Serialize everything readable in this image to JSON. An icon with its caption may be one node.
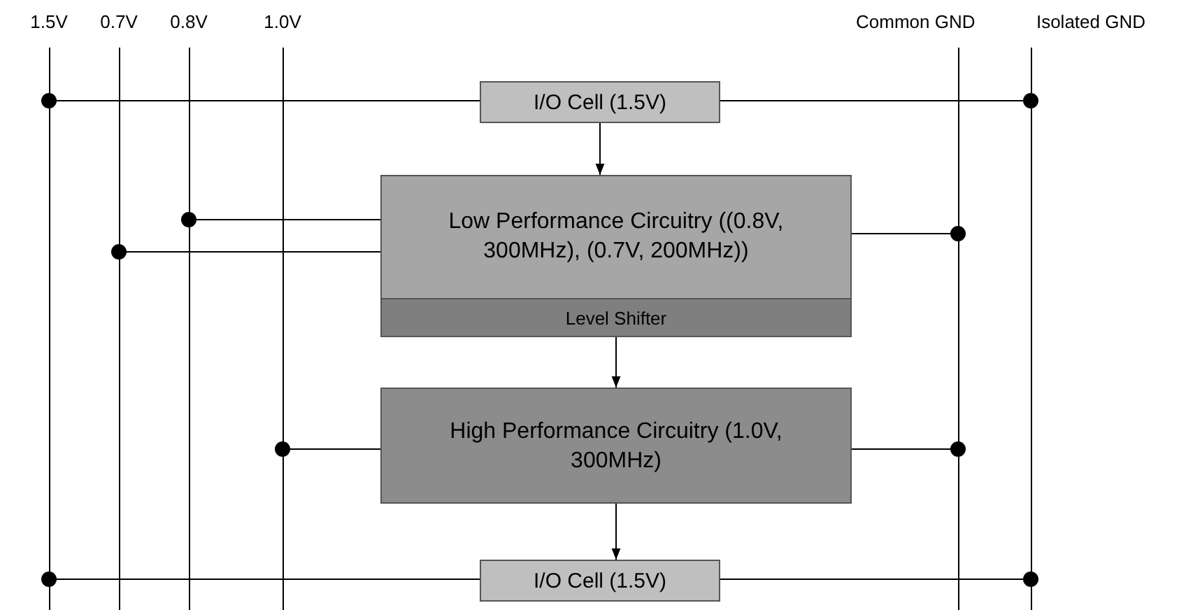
{
  "diagram": {
    "nodes": [
      {
        "text": [
          "1.5V"
        ]
      },
      {
        "text": [
          "0.7V"
        ]
      },
      {
        "text": [
          "0.8V"
        ]
      },
      {
        "text": [
          "1.0V"
        ]
      },
      {
        "text": [
          "Common GND"
        ]
      },
      {
        "text": [
          "Isolated GND"
        ]
      },
      {
        "text": [
          "I/O Cell (1.5V)"
        ]
      },
      {
        "text": [
          "Low Performance Circuitry ((0.8V, 300MHz), (0.7V, 200MHz))"
        ]
      },
      {
        "text": [
          "Level Shifter"
        ],
        "in": 7
      },
      {
        "text": [
          "High Performance Circuitry (1.0V, 300MHz)"
        ]
      },
      {
        "text": [
          "I/O Cell (1.5V)"
        ]
      }
    ],
    "edges": [
      {
        "from": 6,
        "to": 0,
        "arrow": "other"
      },
      {
        "from": 6,
        "to": 5,
        "arrow": "other"
      },
      {
        "from": 6,
        "to": 7,
        "arrow": "to"
      },
      {
        "from": 7,
        "to": 2,
        "arrow": "other"
      },
      {
        "from": 7,
        "to": 1,
        "arrow": "other"
      },
      {
        "from": 7,
        "to": 4,
        "arrow": "other"
      },
      {
        "from": 8,
        "to": 9,
        "arrow": "to"
      },
      {
        "from": 9,
        "to": 3,
        "arrow": "other"
      },
      {
        "from": 9,
        "to": 4,
        "arrow": "other"
      },
      {
        "from": 9,
        "to": 10,
        "arrow": "to"
      },
      {
        "from": 10,
        "to": 0,
        "arrow": "other"
      },
      {
        "from": 10,
        "to": 5,
        "arrow": "other"
      }
    ]
  }
}
